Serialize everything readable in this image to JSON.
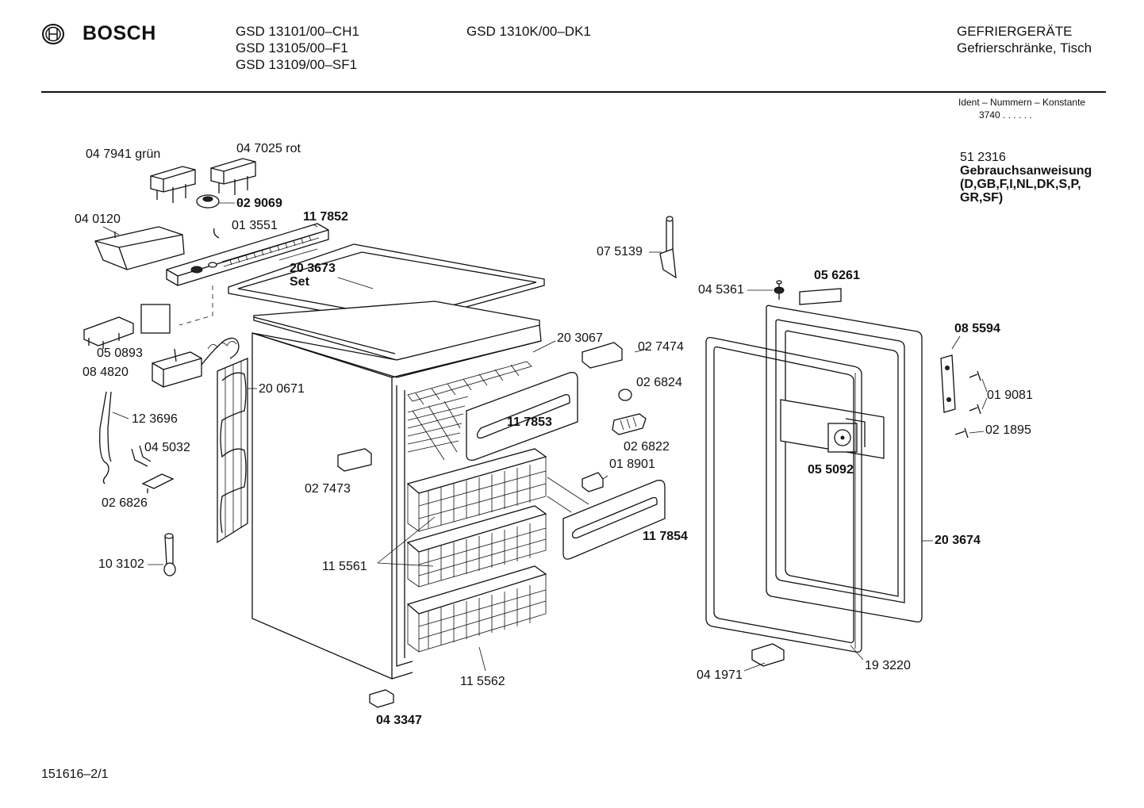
{
  "header": {
    "brand": "BOSCH",
    "models_col1": [
      "GSD 13101/00–CH1",
      "GSD 13105/00–F1",
      "GSD 13109/00–SF1"
    ],
    "models_col2": [
      "GSD 1310K/00–DK1"
    ],
    "category": "GEFRIERGERÄTE",
    "subcategory": "Gefrierschränke, Tisch",
    "ident_label": "Ident – Nummern – Konstante",
    "ident_value": "3740 . .  . . . ."
  },
  "manual": {
    "number": "51 2316",
    "title": "Gebrauchsanweisung",
    "languages_1": "(D,GB,F,I,NL,DK,S,P,",
    "languages_2": "GR,SF)"
  },
  "parts": {
    "p047941": "04 7941 grün",
    "p047025": "04 7025  rot",
    "p029069": "02 9069",
    "p040120": "04 0120",
    "p013551": "01 3551",
    "p117852": "11 7852",
    "p203673": "20 3673",
    "set": "Set",
    "p075139": "07 5139",
    "p045361": "04 5361",
    "p056261": "05 6261",
    "p050893": "05 0893",
    "p084820": "08 4820",
    "p203067": "20 3067",
    "p027474": "02 7474",
    "p085594": "08 5594",
    "p200671": "20 0671",
    "p026824": "02 6824",
    "p019081": "01 9081",
    "p123696": "12 3696",
    "p117853": "11 7853",
    "p021895": "02 1895",
    "p045032": "04 5032",
    "p026822": "02 6822",
    "p055092": "05 5092",
    "p018901": "01 8901",
    "p027473": "02 7473",
    "p026826": "02 6826",
    "p117854": "11 7854",
    "p203674": "20 3674",
    "p103102": "10 3102",
    "p115561": "11 5561",
    "p193220": "19 3220",
    "p041971": "04 1971",
    "p115562": "11 5562",
    "p043347": "04 3347"
  },
  "footer": {
    "doc_number": "151616–2/1"
  }
}
